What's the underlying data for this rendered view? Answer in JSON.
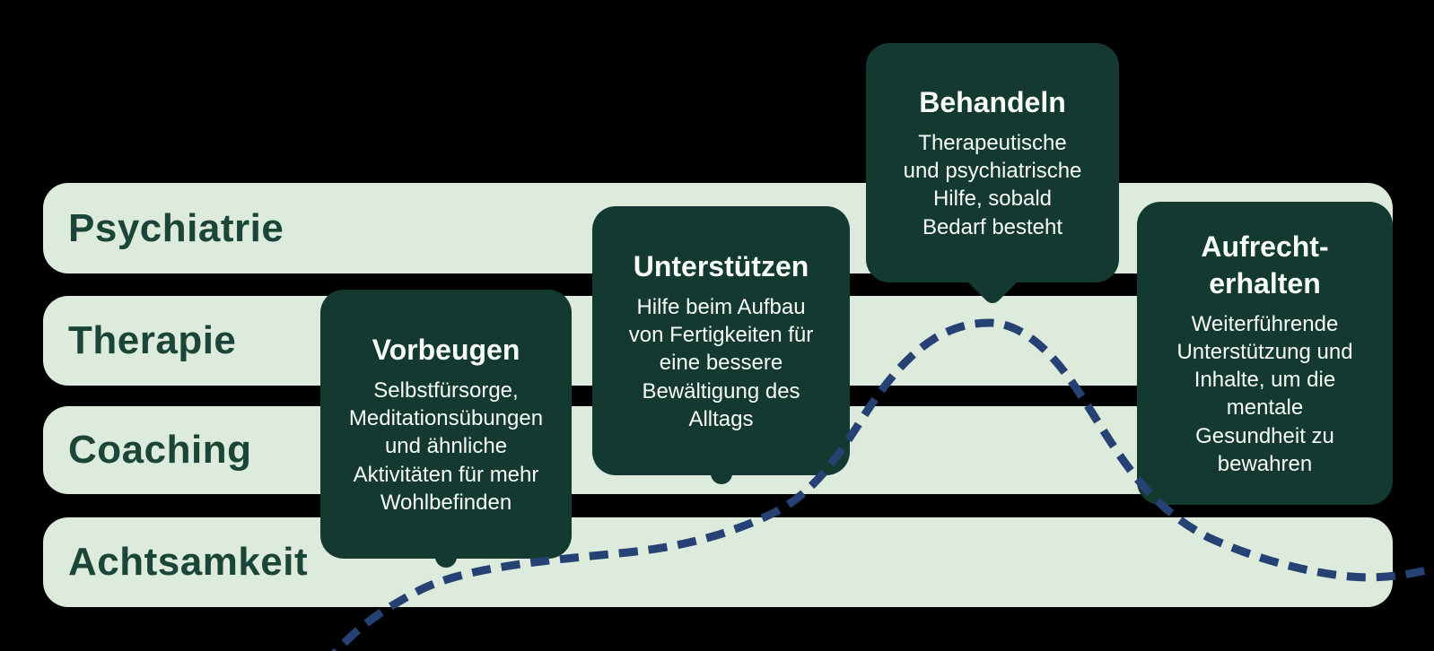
{
  "diagram": {
    "rows": [
      {
        "label": "Psychiatrie"
      },
      {
        "label": "Therapie"
      },
      {
        "label": "Coaching"
      },
      {
        "label": "Achtsamkeit"
      }
    ],
    "cards": [
      {
        "title": "Vorbeugen",
        "body": "Selbstfürsorge, Meditationsübungen und ähnliche Aktivitäten für mehr Wohlbefinden"
      },
      {
        "title": "Unterstützen",
        "body": "Hilfe beim Aufbau von Fertigkeiten für eine bessere Bewältigung des Alltags"
      },
      {
        "title": "Behandeln",
        "body": "Therapeutische und psychiatrische Hilfe, sobald Bedarf besteht"
      },
      {
        "title": "Aufrecht-erhalten",
        "body": "Weiterführende Unterstützung und Inhalte, um die mentale Gesundheit zu bewahren"
      }
    ],
    "curve": {
      "description": "dashed wellbeing curve"
    }
  },
  "colors": {
    "background": "#000000",
    "row_bg": "#dcebdb",
    "row_text": "#1b4539",
    "card_bg": "#143930",
    "card_text": "#f7fbf7",
    "curve": "#264173"
  }
}
